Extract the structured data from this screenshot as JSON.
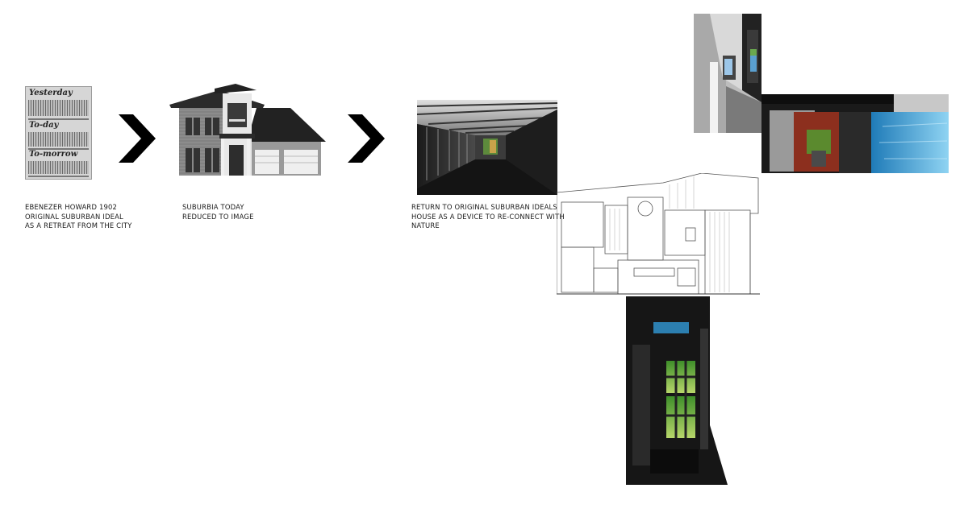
{
  "poster": {
    "words": [
      "Yesterday",
      "To-day",
      "To-morrow"
    ]
  },
  "captions": {
    "howard": [
      "EBENEZER HOWARD 1902",
      "ORIGINAL SUBURBAN IDEAL",
      "AS A RETREAT FROM THE CITY"
    ],
    "suburbia": [
      "SUBURBIA TODAY",
      "REDUCED TO IMAGE"
    ],
    "return": [
      "RETURN TO ORIGINAL SUBURBAN IDEALS",
      "HOUSE AS A DEVICE TO RE-CONNECT WITH",
      "NATURE"
    ]
  },
  "colors": {
    "text": "#1a1a1a",
    "arrow": "#000000",
    "plan_line": "#555555",
    "pool": "#3aa6d8",
    "foliage": "#6fbf3a",
    "timber": "#b5402a"
  },
  "icons": [
    "chevron-right-icon",
    "chevron-right-icon"
  ]
}
